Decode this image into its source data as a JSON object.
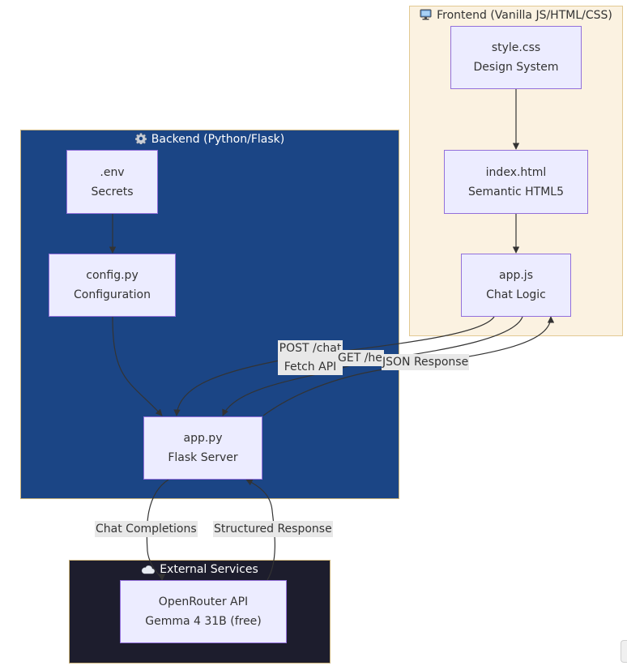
{
  "clusters": {
    "frontend": {
      "title": "Frontend (Vanilla JS/HTML/CSS)",
      "icon": "computer-icon"
    },
    "backend": {
      "title": "Backend (Python/Flask)",
      "icon": "gear-icon"
    },
    "external": {
      "title": "External Services",
      "icon": "cloud-icon"
    }
  },
  "nodes": {
    "style_css": {
      "line1": "style.css",
      "line2": "Design System"
    },
    "index_html": {
      "line1": "index.html",
      "line2": "Semantic HTML5"
    },
    "app_js": {
      "line1": "app.js",
      "line2": "Chat Logic"
    },
    "env": {
      "line1": ".env",
      "line2": "Secrets"
    },
    "config_py": {
      "line1": "config.py",
      "line2": "Configuration"
    },
    "app_py": {
      "line1": "app.py",
      "line2": "Flask Server"
    },
    "openrouter": {
      "line1": "OpenRouter API",
      "line2": "Gemma 4 31B (free)"
    }
  },
  "edge_labels": {
    "post_chat": {
      "line1": "POST /chat",
      "line2": "Fetch API"
    },
    "get_health": "GET /he",
    "json_response": "JSON Response",
    "chat_completions": "Chat Completions",
    "structured_response": "Structured Response"
  },
  "colors": {
    "frontend_bg": "#fbf2e1",
    "backend_bg": "#1b4585",
    "external_bg": "#1d1d2d",
    "node_fill": "#ececff",
    "node_border": "#9370db",
    "edge": "#333333"
  }
}
